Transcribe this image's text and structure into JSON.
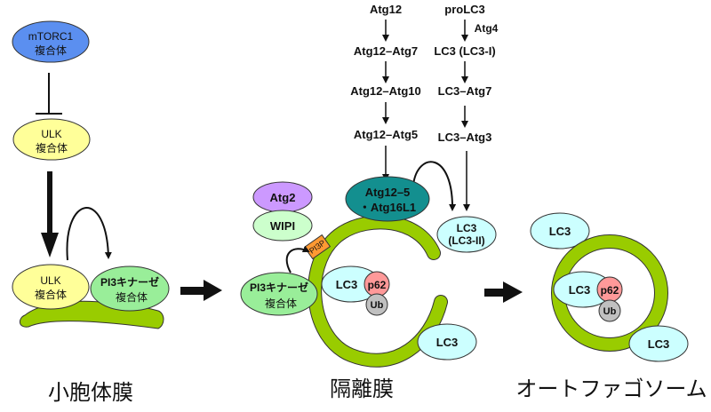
{
  "colors": {
    "membrane": "#99cc00",
    "mtorc1": "#5b8ff0",
    "ulk": "#ffff99",
    "pi3k": "#99ee99",
    "atg2": "#cc99ff",
    "wipi": "#ccffcc",
    "pi3p": "#ff9933",
    "atg12_5": "#138f8f",
    "lc3": "#ccffff",
    "p62": "#ff9999",
    "ub": "#c0c0c0"
  },
  "left": {
    "mtorc1": [
      "mTORC1",
      "複合体"
    ],
    "ulk_top": [
      "ULK",
      "複合体"
    ],
    "ulk_bottom": [
      "ULK",
      "複合体"
    ],
    "pi3k": [
      "PI3キナーゼ",
      "複合体"
    ],
    "stage_label": "小胞体膜"
  },
  "cascade": {
    "atg12_chain": [
      "Atg12",
      "Atg12–Atg7",
      "Atg12–Atg10",
      "Atg12–Atg5"
    ],
    "lc3_chain": [
      "proLC3",
      "LC3 (LC3-I)",
      "LC3–Atg7",
      "LC3–Atg3"
    ],
    "atg4_label": "Atg4"
  },
  "middle": {
    "atg2": "Atg2",
    "wipi": "WIPI",
    "pi3p": "PI3P",
    "atg12_5": [
      "Atg12–5",
      "・Atg16L1"
    ],
    "lc3_ii": [
      "LC3",
      "(LC3-II)"
    ],
    "pi3k": [
      "PI3キナーゼ",
      "複合体"
    ],
    "lc3_inner": "LC3",
    "p62": "p62",
    "ub": "Ub",
    "lc3_outer": "LC3",
    "stage_label": "隔離膜"
  },
  "right": {
    "lc3_top": "LC3",
    "lc3_inner": "LC3",
    "p62": "p62",
    "ub": "Ub",
    "lc3_bottom": "LC3",
    "stage_label": "オートファゴソーム"
  }
}
